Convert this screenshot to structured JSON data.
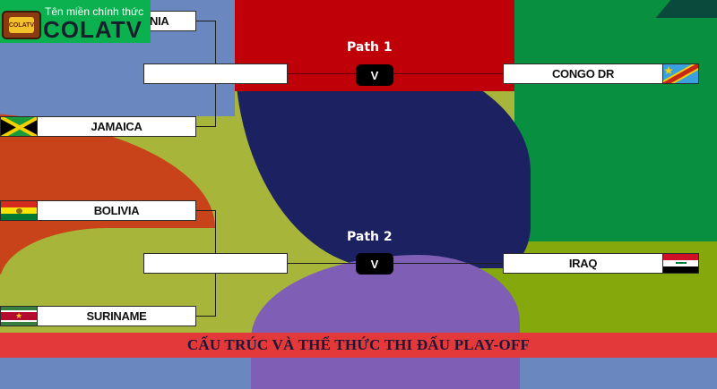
{
  "logo": {
    "tagline": "Tên miền chính thức",
    "name": "COLATV",
    "tv_label": "COLATV"
  },
  "paths": [
    {
      "label": "Path 1",
      "vs": "V"
    },
    {
      "label": "Path 2",
      "vs": "V"
    }
  ],
  "teams": {
    "top_left": "NIA",
    "jamaica": "JAMAICA",
    "bolivia": "BOLIVIA",
    "suriname": "SURINAME",
    "congo": "CONGO DR",
    "iraq": "IRAQ",
    "winner_path1": "",
    "winner_path2": ""
  },
  "flags": {
    "jamaica": "jamaica-flag",
    "bolivia": "bolivia-flag",
    "suriname": "suriname-flag",
    "congo": "dr-congo-flag",
    "iraq": "iraq-flag"
  },
  "colors": {
    "blue": "#6b87bf",
    "olive": "#a7b53a",
    "red": "#c00009",
    "green": "#098f40",
    "navy": "#1b2161",
    "purple": "#7f5fb5",
    "banner": "#e4393a",
    "logo_green": "#0bb14f"
  },
  "banner": {
    "title": "CẤU TRÚC VÀ THỂ THỨC THI ĐẤU PLAY-OFF"
  }
}
